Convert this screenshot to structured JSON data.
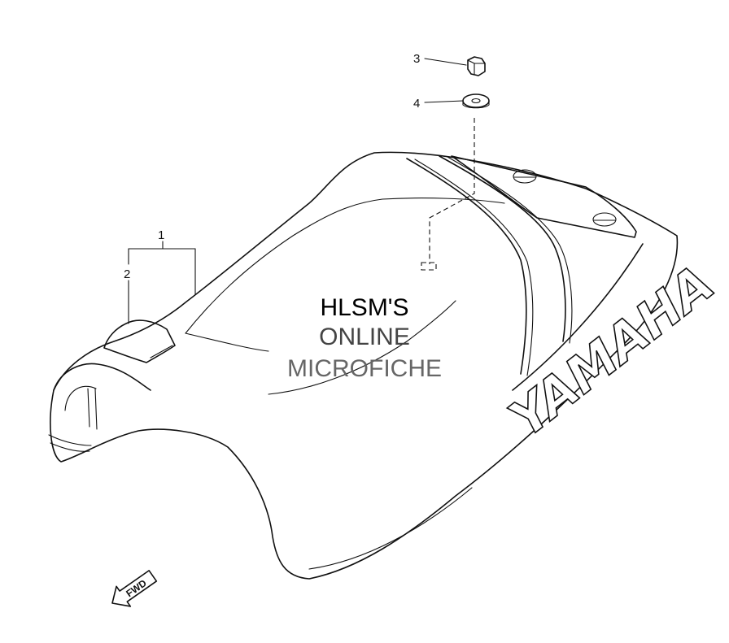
{
  "callouts": [
    {
      "label": "1",
      "part": "seat"
    },
    {
      "label": "2",
      "part": "seat cover"
    },
    {
      "label": "3",
      "part": "nut"
    },
    {
      "label": "4",
      "part": "washer"
    }
  ],
  "watermark": {
    "line1": "HLSM'S",
    "line2": "ONLINE",
    "line3": "MICROFICHE"
  },
  "seat_brand": "YAMAHA",
  "direction_marker": {
    "label": "FWD",
    "icon": "forward-arrow-icon"
  },
  "colors": {
    "line": "#111111",
    "background": "#ffffff",
    "watermark_dark": "#000000",
    "watermark_mid": "#444444",
    "watermark_light": "#666666"
  }
}
